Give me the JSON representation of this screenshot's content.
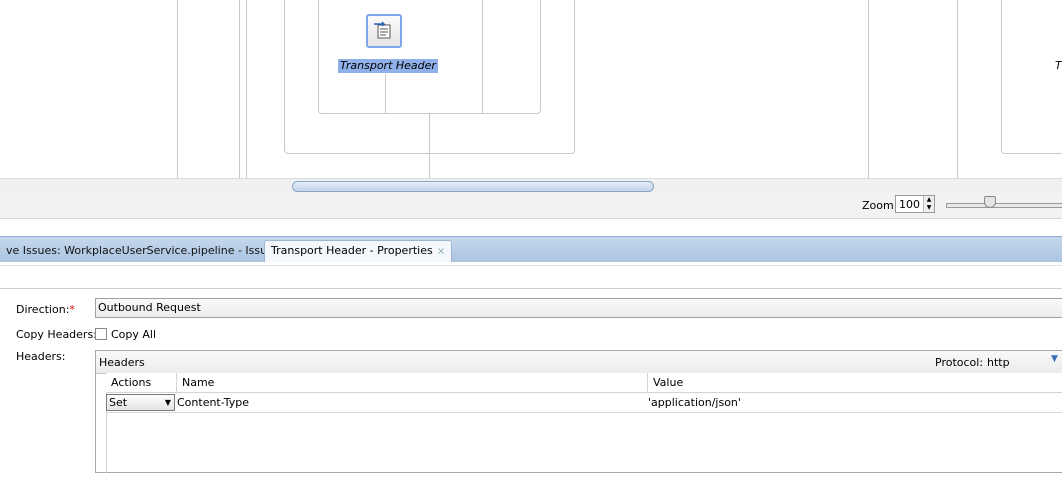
{
  "canvas": {
    "node_label": "Transport Header",
    "node_label_right": "T"
  },
  "zoom": {
    "label": "Zoom:",
    "value": "100"
  },
  "tabs": [
    {
      "label": "ve Issues: WorkplaceUserService.pipeline - Issues"
    },
    {
      "label": "Transport Header - Properties",
      "close": "×"
    }
  ],
  "form": {
    "direction_label": "Direction:",
    "direction_required": "*",
    "direction_value": "Outbound Request",
    "copy_headers_label": "Copy Headers:",
    "copy_all_label": "Copy All",
    "headers_label": "Headers:",
    "headers_panel_title": "Headers",
    "protocol_label": "Protocol:",
    "protocol_value": "http",
    "table": {
      "columns": [
        "Actions",
        "Name",
        "Value"
      ],
      "rows": [
        {
          "action": "Set",
          "name": "Content-Type",
          "value": "'application/json'"
        }
      ]
    }
  }
}
